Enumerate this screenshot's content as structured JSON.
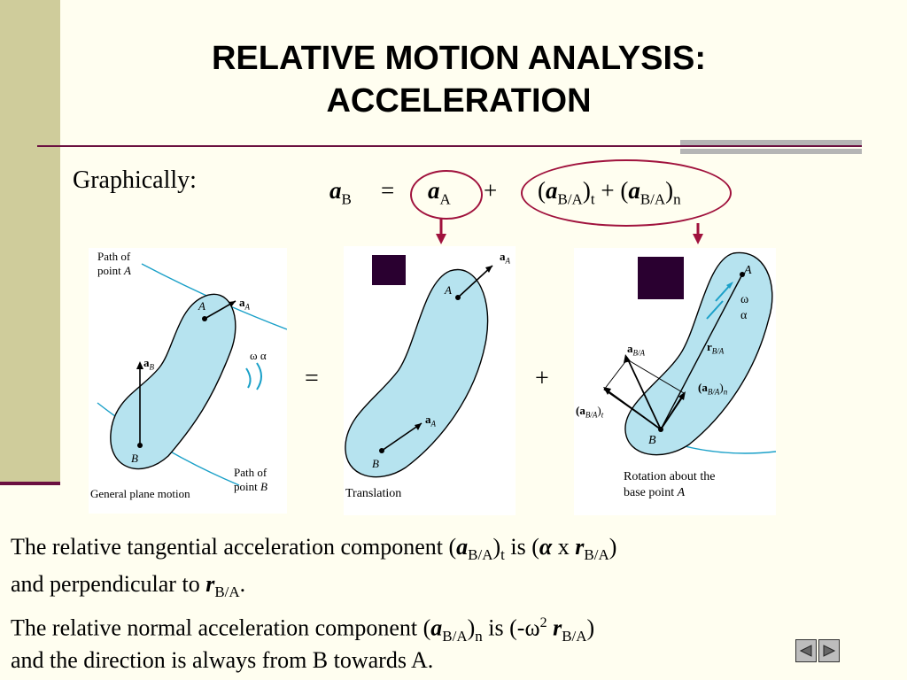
{
  "slide": {
    "title_line1": "RELATIVE MOTION ANALYSIS:",
    "title_line2": "ACCELERATION",
    "graphically_label": "Graphically:"
  },
  "equation": {
    "lhs": "a",
    "lhs_sub": "B",
    "equals": "=",
    "term1": "a",
    "term1_sub": "A",
    "plus": "+",
    "term2": "a",
    "term2_sub": "B/A",
    "term2_outer_sub": "t",
    "plus2": "+",
    "term3": "a",
    "term3_sub": "B/A",
    "term3_outer_sub": "n"
  },
  "figures": {
    "general": {
      "path_a_line1": "Path of",
      "path_a_line2": "point A",
      "path_b_line1": "Path of",
      "path_b_line2": "point B",
      "label_a": "A",
      "label_b": "B",
      "acc_a": "a",
      "acc_a_sub": "A",
      "acc_b": "a",
      "acc_b_sub": "B",
      "omega": "ω",
      "alpha": "α",
      "caption": "General plane motion"
    },
    "translation": {
      "label_a": "A",
      "label_b": "B",
      "acc_a": "a",
      "acc_a_sub": "A",
      "acc_b": "a",
      "acc_b_sub": "A",
      "caption": "Translation"
    },
    "rotation": {
      "label_a": "A",
      "label_b": "B",
      "omega": "ω",
      "alpha": "α",
      "r_label": "r",
      "r_sub": "B/A",
      "a_ba": "a",
      "a_ba_sub": "B/A",
      "a_n": "(a",
      "a_n_sub": "B/A",
      "a_n_close": ")",
      "a_n_outer_sub": "n",
      "a_t": "(a",
      "a_t_sub": "B/A",
      "a_t_close": ")",
      "a_t_outer_sub": "t",
      "caption_line1": "Rotation about the",
      "caption_line2": "base point A"
    },
    "equals_sign": "=",
    "plus_sign": "+"
  },
  "text": {
    "line1_a": "The relative tangential acceleration component (",
    "line1_b": "a",
    "line1_c": "B/A",
    "line1_d": ")",
    "line1_e": "t",
    "line1_f": " is (",
    "line1_g": "α",
    "line1_h": " x ",
    "line1_i": "r",
    "line1_j": "B/A",
    "line1_k": ")",
    "line2_a": "and perpendicular to ",
    "line2_b": "r",
    "line2_c": "B/A",
    "line2_d": ".",
    "line3_a": "The relative normal acceleration component (",
    "line3_b": "a",
    "line3_c": "B/A",
    "line3_d": ")",
    "line3_e": "n",
    "line3_f": " is (-ω",
    "line3_g": "2",
    "line3_h": " ",
    "line3_i": "r",
    "line3_j": "B/A",
    "line3_k": ")",
    "line4": "and the direction is always from B towards A."
  },
  "colors": {
    "accent": "#6b1040",
    "circle": "#a0123d",
    "body_fill": "#b6e3ef",
    "path_line": "#1aa0c8",
    "square": "#2a0030"
  },
  "nav": {
    "prev_icon": "triangle-left-icon",
    "next_icon": "triangle-right-icon"
  }
}
